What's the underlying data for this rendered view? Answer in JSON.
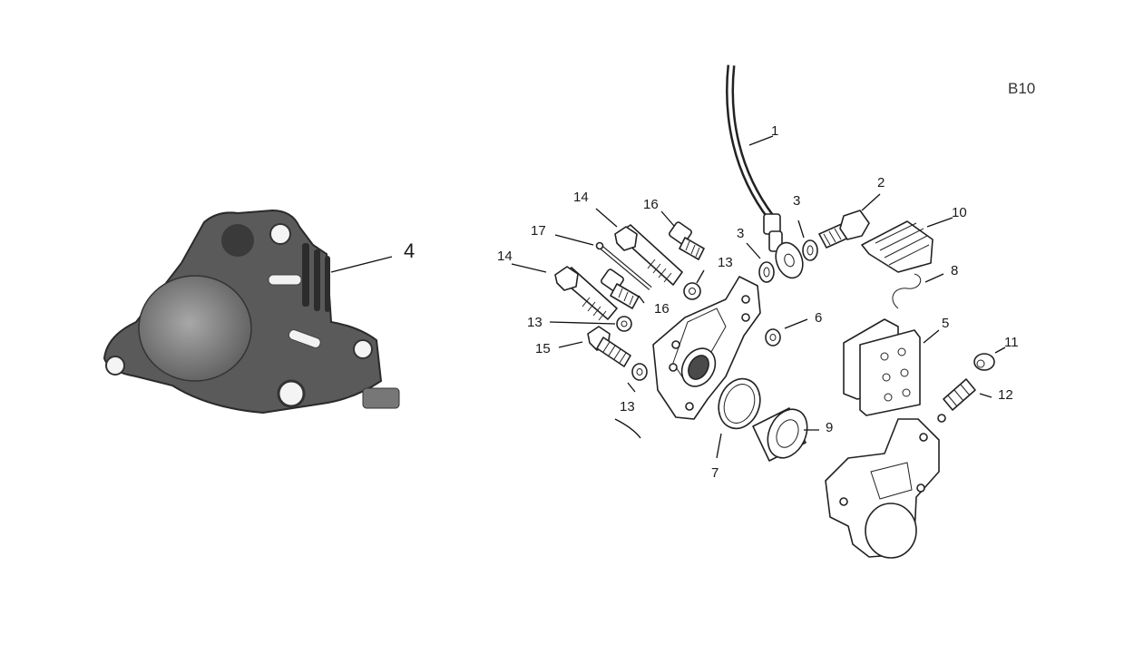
{
  "diagram": {
    "code": "B10",
    "labels": {
      "l1": "1",
      "l2": "2",
      "l3a": "3",
      "l3b": "3",
      "l4": "4",
      "l5": "5",
      "l6": "6",
      "l7": "7",
      "l8": "8",
      "l9": "9",
      "l10": "10",
      "l11": "11",
      "l12": "12",
      "l13a": "13",
      "l13b": "13",
      "l13c": "13",
      "l14a": "14",
      "l14b": "14",
      "l15": "15",
      "l16a": "16",
      "l16b": "16",
      "l17": "17"
    }
  }
}
